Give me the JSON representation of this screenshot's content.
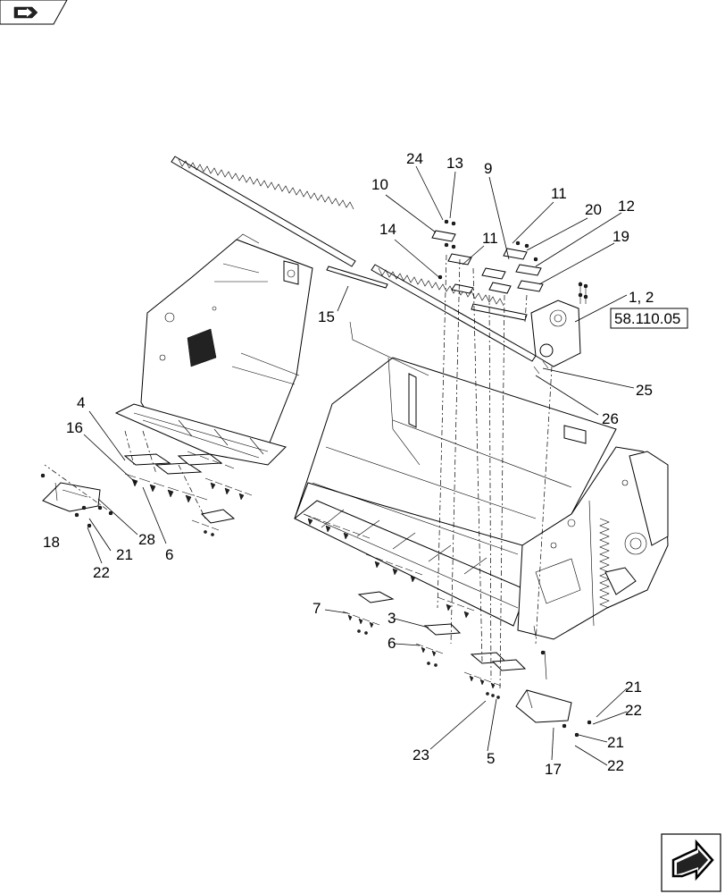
{
  "callouts": {
    "c24": "24",
    "c13": "13",
    "c9": "9",
    "c10": "10",
    "c11a": "11",
    "c20": "20",
    "c12": "12",
    "c14": "14",
    "c11b": "11",
    "c19": "19",
    "c12b": "1, 2",
    "c15": "15",
    "c25": "25",
    "c26": "26",
    "c4": "4",
    "c16": "16",
    "c18": "18",
    "c28": "28",
    "c21a": "21",
    "c6a": "6",
    "c22a": "22",
    "c7": "7",
    "c3": "3",
    "c6b": "6",
    "c21b": "21",
    "c22b": "22",
    "c21c": "21",
    "c22c": "22",
    "c23": "23",
    "c5": "5",
    "c17": "17"
  },
  "reference": "58.110.05",
  "icons": {
    "top_nav": "book-arrow-icon",
    "bottom_nav": "next-page-arrow-icon"
  }
}
